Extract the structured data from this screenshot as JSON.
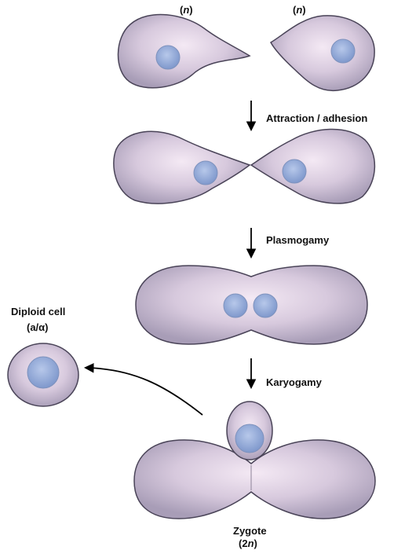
{
  "labels": {
    "haploid_left": "n",
    "haploid_right": "n",
    "step1": "Attraction / adhesion",
    "step2": "Plasmogamy",
    "step3": "Karyogamy",
    "diploid_line1": "Diploid cell",
    "diploid_line2": "(a/α)",
    "zygote_line1": "Zygote",
    "zygote_ploidy_num": "2",
    "zygote_ploidy_var": "n"
  },
  "colors": {
    "cell_fill_center": "#f2e6f2",
    "cell_fill_edge": "#a99eb8",
    "cell_outline": "#4a4458",
    "nucleus_fill": "#8fa7d6",
    "text": "#111111"
  }
}
